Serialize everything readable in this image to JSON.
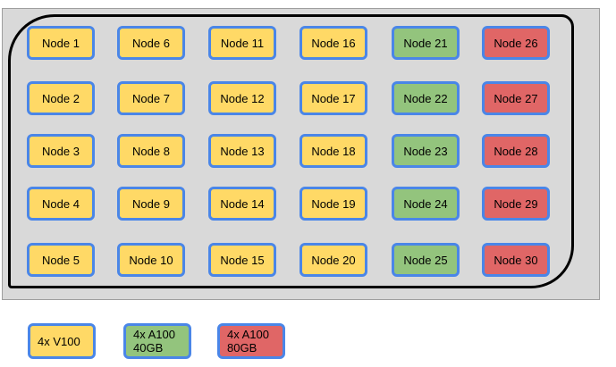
{
  "colors": {
    "v100": "#ffd966",
    "a100_40": "#93c47d",
    "a100_80": "#e06666",
    "node_border": "#4a86e8"
  },
  "nodes": [
    {
      "label": "Node 1",
      "type": "v100"
    },
    {
      "label": "Node 2",
      "type": "v100"
    },
    {
      "label": "Node 3",
      "type": "v100"
    },
    {
      "label": "Node 4",
      "type": "v100"
    },
    {
      "label": "Node 5",
      "type": "v100"
    },
    {
      "label": "Node 6",
      "type": "v100"
    },
    {
      "label": "Node 7",
      "type": "v100"
    },
    {
      "label": "Node 8",
      "type": "v100"
    },
    {
      "label": "Node 9",
      "type": "v100"
    },
    {
      "label": "Node 10",
      "type": "v100"
    },
    {
      "label": "Node 11",
      "type": "v100"
    },
    {
      "label": "Node 12",
      "type": "v100"
    },
    {
      "label": "Node 13",
      "type": "v100"
    },
    {
      "label": "Node 14",
      "type": "v100"
    },
    {
      "label": "Node 15",
      "type": "v100"
    },
    {
      "label": "Node 16",
      "type": "v100"
    },
    {
      "label": "Node 17",
      "type": "v100"
    },
    {
      "label": "Node 18",
      "type": "v100"
    },
    {
      "label": "Node 19",
      "type": "v100"
    },
    {
      "label": "Node 20",
      "type": "v100"
    },
    {
      "label": "Node 21",
      "type": "a100_40"
    },
    {
      "label": "Node 22",
      "type": "a100_40"
    },
    {
      "label": "Node 23",
      "type": "a100_40"
    },
    {
      "label": "Node 24",
      "type": "a100_40"
    },
    {
      "label": "Node 25",
      "type": "a100_40"
    },
    {
      "label": "Node 26",
      "type": "a100_80"
    },
    {
      "label": "Node 27",
      "type": "a100_80"
    },
    {
      "label": "Node 28",
      "type": "a100_80"
    },
    {
      "label": "Node 29",
      "type": "a100_80"
    },
    {
      "label": "Node 30",
      "type": "a100_80"
    }
  ],
  "legend": [
    {
      "type": "v100",
      "lines": [
        "4x V100"
      ]
    },
    {
      "type": "a100_40",
      "lines": [
        "4x A100",
        "40GB"
      ]
    },
    {
      "type": "a100_80",
      "lines": [
        "4x A100",
        "80GB"
      ]
    }
  ]
}
